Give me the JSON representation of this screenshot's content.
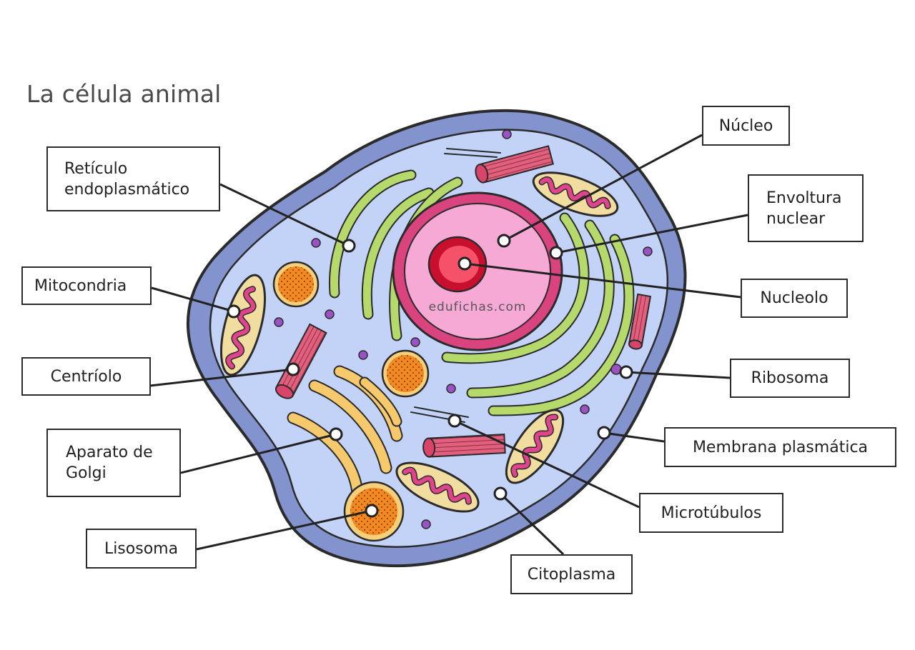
{
  "title": "La célula animal",
  "watermark": "edufichas.com",
  "labels": {
    "reticulo": [
      "Retículo",
      "endoplasmático"
    ],
    "mitocondria": "Mitocondria",
    "centriolo": "Centríolo",
    "golgi": [
      "Aparato de",
      "Golgi"
    ],
    "lisosoma": "Lisosoma",
    "nucleo": "Núcleo",
    "envoltura": [
      "Envoltura",
      "nuclear"
    ],
    "nucleolo": "Nucleolo",
    "ribosoma": "Ribosoma",
    "membrana": "Membrana plasmática",
    "microtubulos": "Microtúbulos",
    "citoplasma": "Citoplasma"
  },
  "colors": {
    "membrane": "#7f8fc9",
    "cytoplasm": "#c3d3f8",
    "nucleus": "#f7a9d6",
    "nuclear_envelope": "#d9447e",
    "nucleolus": "#e8263a",
    "er": "#b6d96b",
    "golgi": "#f6c96c",
    "lysosome": "#f08a20",
    "mitochondria": "#f2dda0",
    "ribosome": "#9a52c4",
    "centriole": "#d9456a"
  }
}
